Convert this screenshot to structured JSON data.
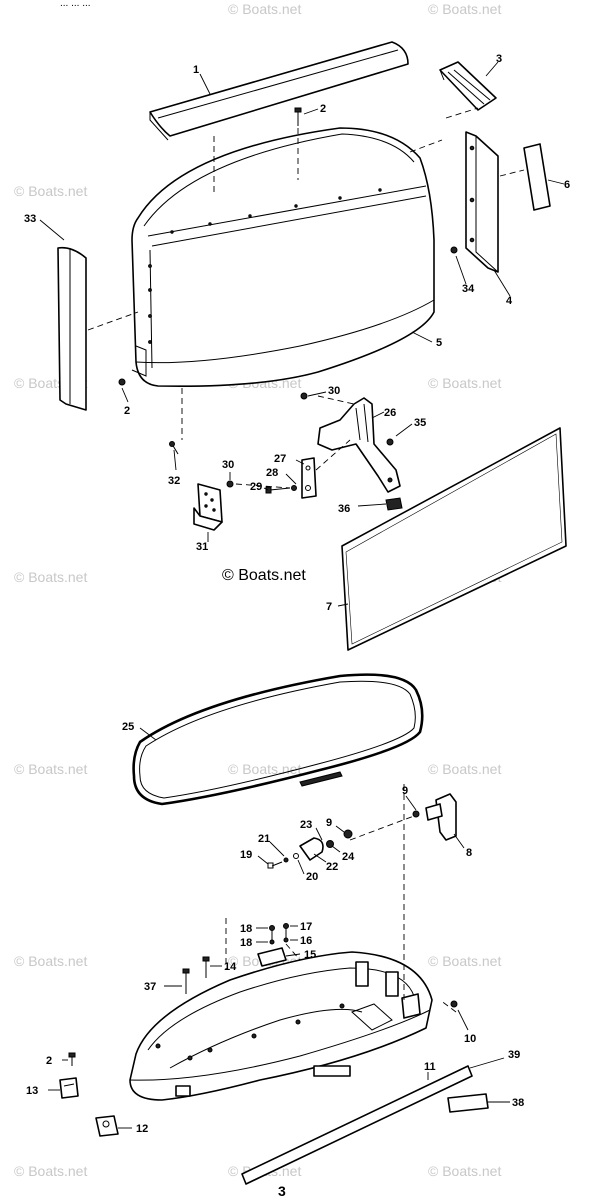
{
  "header_text": "... ... ...",
  "watermark": "© Boats.net",
  "center_watermark": "© Boats.net",
  "figure_number": "3",
  "callouts": [
    {
      "id": "1",
      "text": "1"
    },
    {
      "id": "2a",
      "text": "2"
    },
    {
      "id": "3",
      "text": "3"
    },
    {
      "id": "6a",
      "text": "6"
    },
    {
      "id": "33",
      "text": "33"
    },
    {
      "id": "34",
      "text": "34"
    },
    {
      "id": "4",
      "text": "4"
    },
    {
      "id": "5",
      "text": "5"
    },
    {
      "id": "2b",
      "text": "2"
    },
    {
      "id": "30a",
      "text": "30"
    },
    {
      "id": "26",
      "text": "26"
    },
    {
      "id": "35",
      "text": "35"
    },
    {
      "id": "27",
      "text": "27"
    },
    {
      "id": "28",
      "text": "28"
    },
    {
      "id": "29",
      "text": "29"
    },
    {
      "id": "30b",
      "text": "30"
    },
    {
      "id": "32",
      "text": "32"
    },
    {
      "id": "36",
      "text": "36"
    },
    {
      "id": "31",
      "text": "31"
    },
    {
      "id": "7",
      "text": "7"
    },
    {
      "id": "25",
      "text": "25"
    },
    {
      "id": "9a",
      "text": "9"
    },
    {
      "id": "8",
      "text": "8"
    },
    {
      "id": "23",
      "text": "23"
    },
    {
      "id": "9b",
      "text": "9"
    },
    {
      "id": "21",
      "text": "21"
    },
    {
      "id": "24",
      "text": "24"
    },
    {
      "id": "19",
      "text": "19"
    },
    {
      "id": "22",
      "text": "22"
    },
    {
      "id": "20",
      "text": "20"
    },
    {
      "id": "18a",
      "text": "18"
    },
    {
      "id": "17",
      "text": "17"
    },
    {
      "id": "18b",
      "text": "18"
    },
    {
      "id": "16",
      "text": "16"
    },
    {
      "id": "15",
      "text": "15"
    },
    {
      "id": "14",
      "text": "14"
    },
    {
      "id": "37",
      "text": "37"
    },
    {
      "id": "10",
      "text": "10"
    },
    {
      "id": "2c",
      "text": "2"
    },
    {
      "id": "11",
      "text": "11"
    },
    {
      "id": "39",
      "text": "39"
    },
    {
      "id": "13",
      "text": "13"
    },
    {
      "id": "38",
      "text": "38"
    },
    {
      "id": "12",
      "text": "12"
    }
  ]
}
